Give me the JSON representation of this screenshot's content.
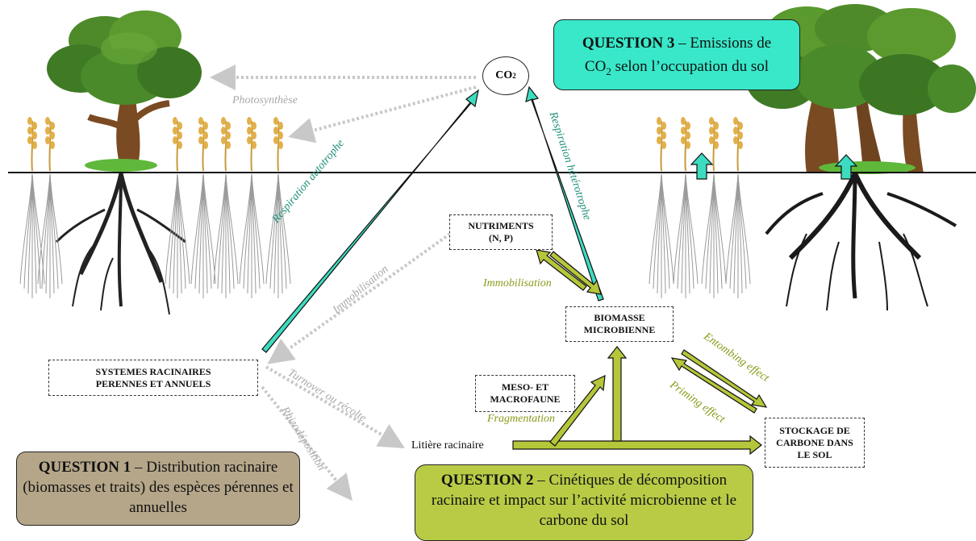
{
  "co2": {
    "main": "CO",
    "sub": "2"
  },
  "boxes": {
    "nutrients": "NUTRIMENTS (N, P)",
    "biomass": "BIOMASSE MICROBIENNE",
    "root_systems": "SYSTEMES RACINAIRES PERENNES ET ANNUELS",
    "meso": "MESO- ET MACROFAUNE",
    "storage": "STOCKAGE DE CARBONE DANS LE SOL"
  },
  "litter": "Litière racinaire",
  "labels": {
    "photosynthesis": "Photosynthèse",
    "resp_auto": "Respiration autotrophe",
    "resp_hetero": "Respiration hétérotrophe",
    "immob_grey": "Immobilisation",
    "immob_green": "Immobilisation",
    "turnover": "Turnover ou récolte",
    "rhizo": "Rhizodéposition",
    "entombing": "Entombing effect",
    "priming": "Priming effect",
    "fragmentation": "Fragmentation"
  },
  "questions": {
    "q1": {
      "title": "QUESTION 1",
      "text": " – Distribution racinaire (biomasses et traits) des espèces pérennes et annuelles",
      "color": "#b5a689"
    },
    "q2": {
      "title": "QUESTION 2",
      "text": " – Cinétiques de décomposition racinaire et impact sur l’activité microbienne et le carbone du sol",
      "color": "#b9cb45"
    },
    "q3": {
      "title": "QUESTION 3",
      "text_a": " – Emissions de",
      "text_b_main": "CO",
      "text_b_sub": "2",
      "text_b_rest": " selon l’occupation du sol",
      "color": "#38e8c9"
    }
  },
  "colors": {
    "teal": "#3ddcc0",
    "olive": "#b6c63a",
    "grey_dots": "#c8c8c8",
    "teal_text": "#1f8f78",
    "olive_text": "#8a9a1a",
    "grey_text": "#a8a8a8"
  }
}
